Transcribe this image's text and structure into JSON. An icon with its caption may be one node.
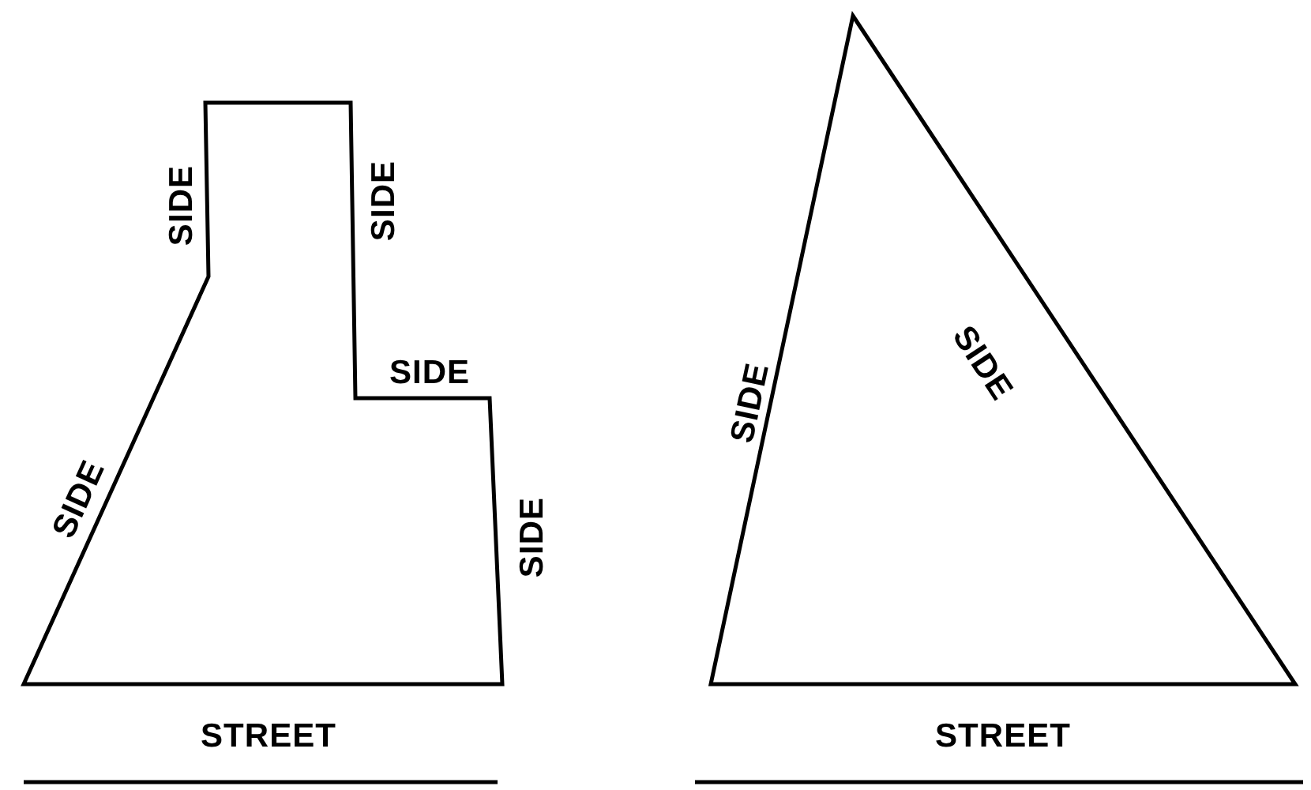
{
  "diagram": {
    "labels": [
      "SIDE",
      "SIDE",
      "SIDE",
      "SIDE",
      "SIDE",
      "STREET",
      "SIDE",
      "SIDE",
      "STREET"
    ]
  }
}
